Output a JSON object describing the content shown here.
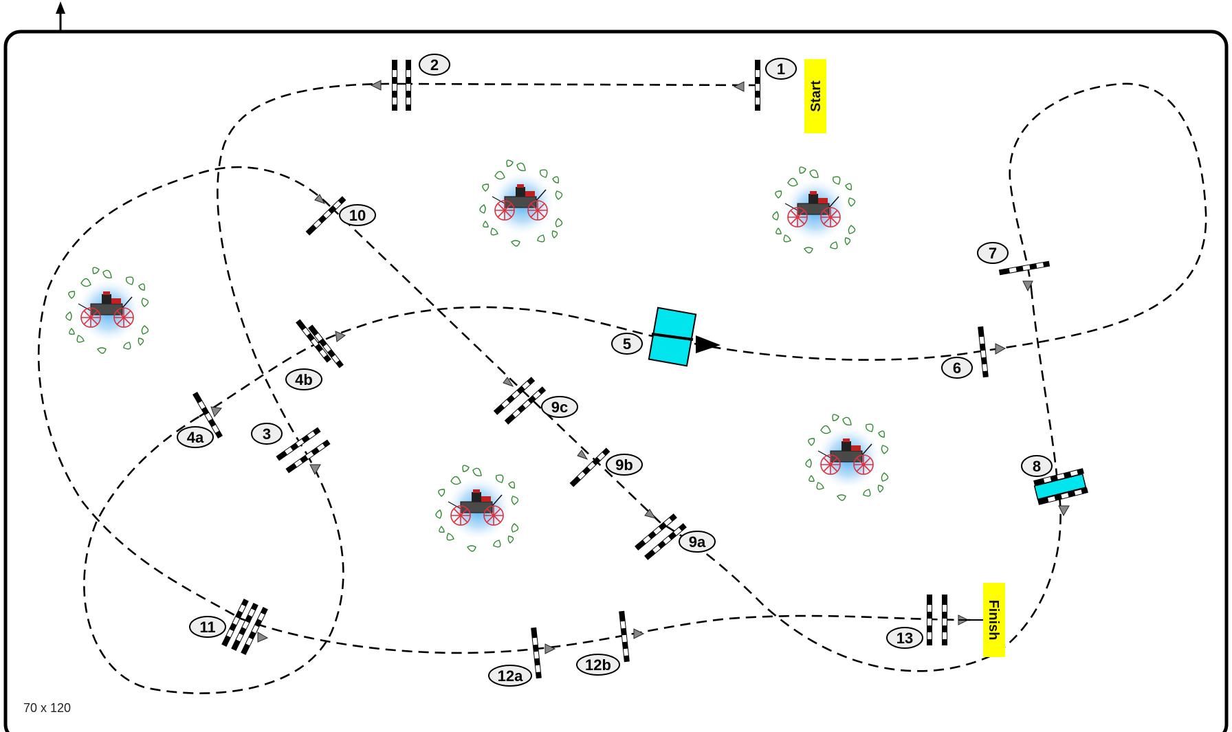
{
  "course": {
    "arena_size": "70 x 120",
    "start_label": "Start",
    "finish_label": "Finish",
    "fence_labels": [
      "1",
      "2",
      "3",
      "4a",
      "4b",
      "5",
      "6",
      "7",
      "8",
      "9a",
      "9b",
      "9c",
      "10",
      "11",
      "12a",
      "12b",
      "13"
    ],
    "colors": {
      "border": "#000000",
      "path": "#000000",
      "start_finish_flag": "#ffff00",
      "water_box": "#00e5ee",
      "label_fill": "#eeeeee",
      "decor_glow": "#3fa7f0",
      "decor_leaves": "#2e8b2e",
      "carriage_wheels": "#e0303a"
    },
    "decorations": [
      "carriage-decoration",
      "carriage-decoration",
      "carriage-decoration",
      "carriage-decoration",
      "carriage-decoration"
    ]
  }
}
